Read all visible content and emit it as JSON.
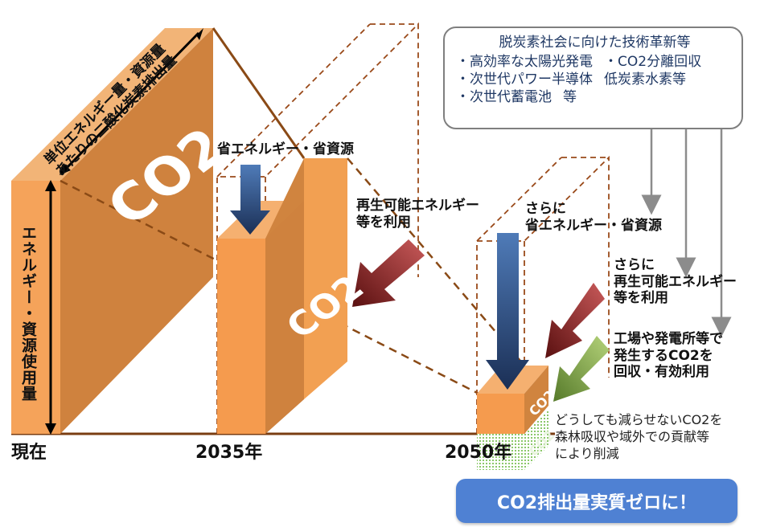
{
  "axis": {
    "current": "現在",
    "year_2035": "2035年",
    "year_2050": "2050年",
    "vertical_label": "エネルギー・資源使用量",
    "diagonal_label_line1": "単位エネルギー量・資源量",
    "diagonal_label_line2": "あたりの二酸化炭素排出量"
  },
  "co2_label": "CO2",
  "tech_box": {
    "title": "脱炭素社会に向けた技術革新等",
    "rows": [
      [
        "・高効率な太陽光発電",
        "・CO2分離回収"
      ],
      [
        "・次世代パワー半導体",
        "低炭素水素等"
      ],
      [
        "・次世代蓄電池",
        "等"
      ]
    ]
  },
  "callouts": {
    "energy_saving_2035": "省エネルギー・省資源",
    "renewable_2035": [
      "再生可能エネルギー",
      "等を利用"
    ],
    "energy_saving_2050": [
      "さらに",
      "省エネルギー・省資源"
    ],
    "renewable_2050": [
      "さらに",
      "再生可能エネルギー",
      "等を利用"
    ],
    "capture_2050": [
      "工場や発電所等で",
      "発生するCO2を",
      "回収・有効利用"
    ],
    "offset_note": [
      "どうしても減らせないCO2を",
      "森林吸収や域外での貢献等",
      "により削減"
    ]
  },
  "zero_button": "CO2排出量実質ゼロに！",
  "colors": {
    "box_front": "#d0843f",
    "box_top": "#f5b070",
    "box_side": "#f2a052",
    "pillar": "#f59b4e",
    "dashed_outline": "#9a4a1a",
    "blue_arrow": "#1f3864",
    "red_arrow": "#7b1e1e",
    "green_arrow": "#6a8f3a",
    "gray_arrow": "#8c8c8c",
    "zero_button": "#4f81d3"
  }
}
